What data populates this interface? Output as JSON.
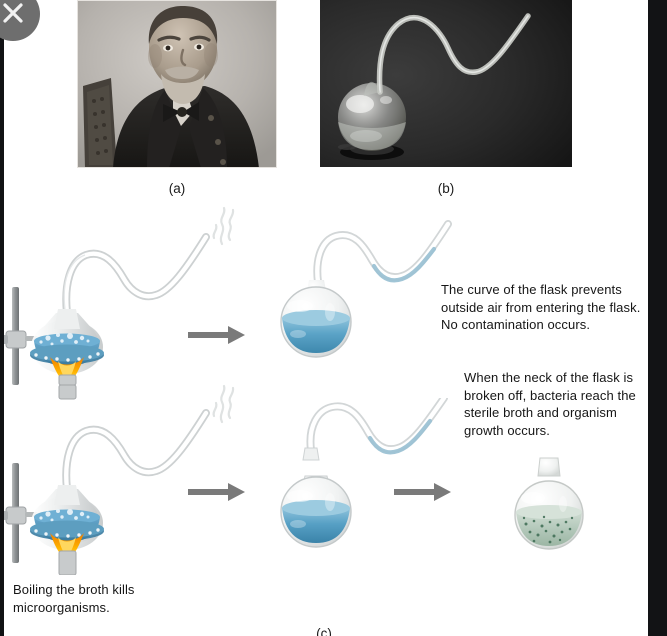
{
  "overlay": {
    "close_icon": "close-icon",
    "close_label": "Close"
  },
  "figure": {
    "panel_a": {
      "label": "(a)",
      "image_name": "louis-pasteur-portrait-photograph",
      "description": "Black and white portrait photograph of a seated bearded man in a dark coat and bow tie"
    },
    "panel_b": {
      "label": "(b)",
      "image_name": "swan-neck-flask-photograph",
      "description": "Black and white photograph of a glass swan-neck flask containing liquid on a dark background"
    },
    "panel_c": {
      "label": "(c)",
      "image_name": "pasteur-experiment-diagram",
      "description": "Two-row illustrated diagram of Pasteur's swan-neck flask experiment"
    }
  },
  "diagram": {
    "rows": [
      {
        "name": "intact-neck-row",
        "steps": [
          {
            "name": "boiling-flask",
            "state": "broth boiling over flame on ring stand"
          },
          {
            "name": "sealed-curved-flask",
            "state": "sterile blue broth, liquid trapped in the neck curve"
          }
        ],
        "caption": "The curve of the flask prevents outside air from entering the flask. No contamination occurs."
      },
      {
        "name": "broken-neck-row",
        "steps": [
          {
            "name": "boiling-flask",
            "state": "broth boiling over flame on ring stand"
          },
          {
            "name": "broken-neck-flask",
            "state": "swan neck snapped off above the flask"
          },
          {
            "name": "contaminated-flask",
            "state": "cloudy green broth with bacteria"
          }
        ],
        "caption": "When the neck of the flask is broken off, bacteria reach the sterile broth and organism growth occurs."
      }
    ],
    "boiling_caption": "Boiling the broth kills microorganisms."
  },
  "colors": {
    "broth_blue": "#4a9ac4",
    "broth_blue_dark": "#3d87ad",
    "boiling_blue": "#5596bd",
    "contaminated_green": "#b9cec1",
    "flame_orange": "#f39200",
    "flame_yellow": "#ffd23d",
    "glass_gray": "#d9dcdd",
    "arrow_gray": "#7a7a7a",
    "edge_dark": "#121315",
    "close_gray": "#6e6e6e"
  }
}
